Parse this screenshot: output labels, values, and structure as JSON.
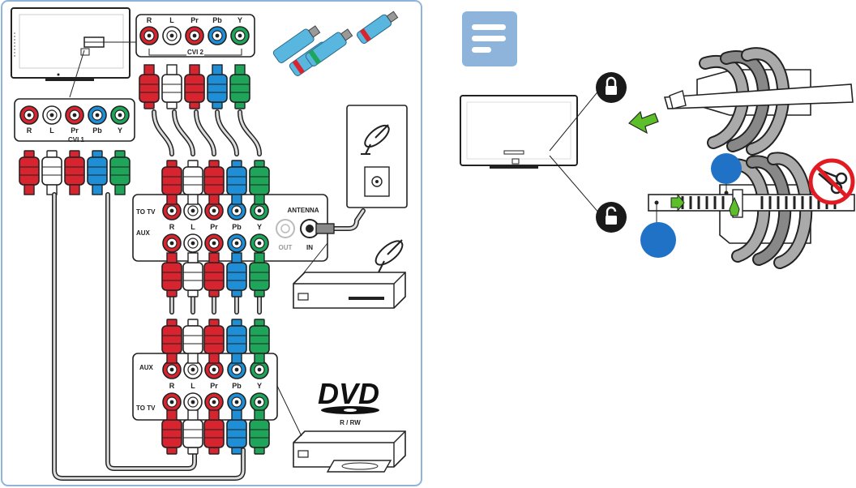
{
  "ports": [
    "R",
    "L",
    "Pr",
    "Pb",
    "Y"
  ],
  "jack_colors": [
    "#d8242f",
    "#ffffff",
    "#d8242f",
    "#1e8fd6",
    "#1fa55a"
  ],
  "panels": {
    "cvi1": "CVI 1",
    "cvi2": "CVI 2",
    "splitter_top": "TO TV",
    "splitter_bottom": "AUX",
    "antenna": "ANTENNA",
    "antenna_out": "OUT",
    "antenna_in": "IN",
    "dvd_aux": "AUX",
    "dvd_totv": "TO TV"
  },
  "dvd_logo": {
    "text": "DVD",
    "sub": "R / RW"
  },
  "colors": {
    "frame": "#8fb4dc",
    "note_icon": "#8fb4dc",
    "lock_badge": "#1a1a1a",
    "number_badge": "#1f72c6",
    "arrow_green": "#5cbf2a",
    "forbidden": "#e21a22"
  },
  "icons": [
    "note-icon",
    "lock-closed-icon",
    "lock-open-icon",
    "satellite-dish-icon",
    "scissors-forbidden-icon"
  ]
}
